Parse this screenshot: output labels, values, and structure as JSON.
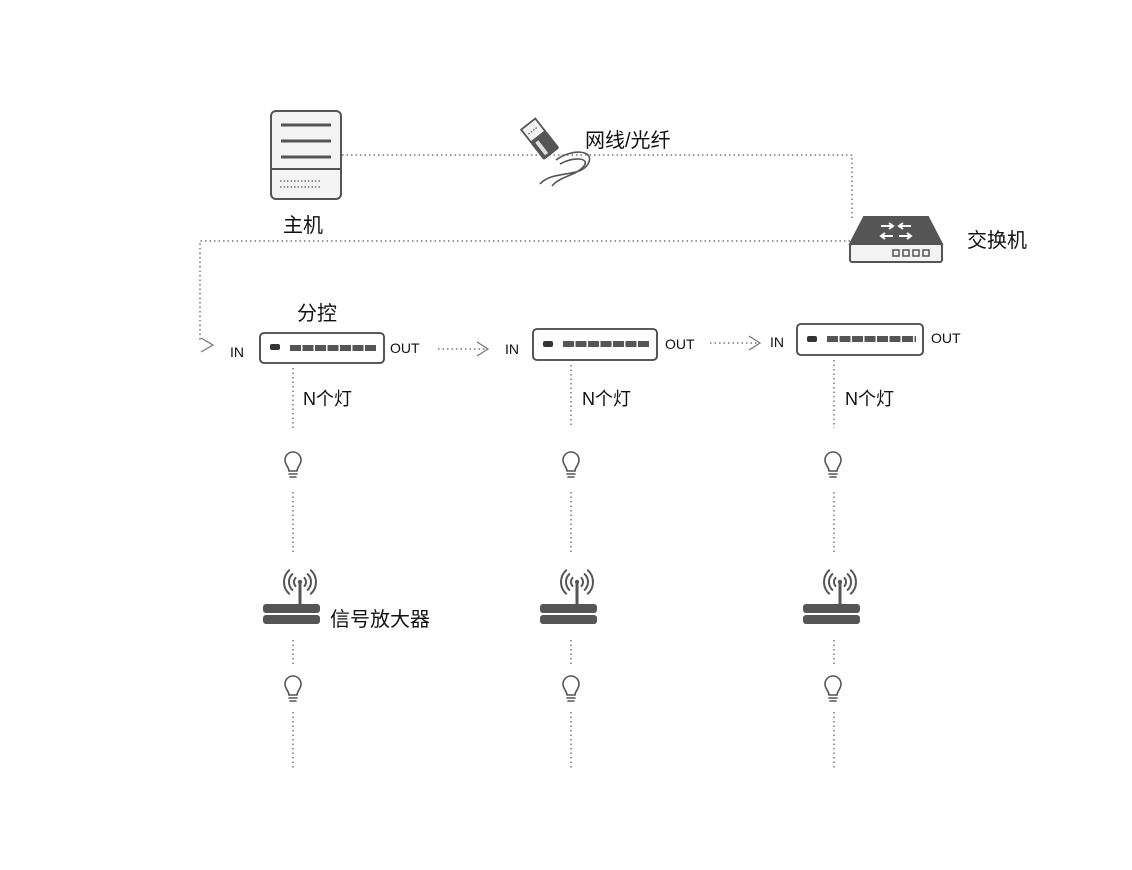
{
  "host": {
    "label": "主机"
  },
  "cable": {
    "label": "网线/光纤"
  },
  "switch": {
    "label": "交换机"
  },
  "subcontrol": {
    "label": "分控"
  },
  "controllers": [
    {
      "in_label": "IN",
      "out_label": "OUT",
      "lights_label": "N个灯"
    },
    {
      "in_label": "IN",
      "out_label": "OUT",
      "lights_label": "N个灯"
    },
    {
      "in_label": "IN",
      "out_label": "OUT",
      "lights_label": "N个灯"
    }
  ],
  "amplifier": {
    "label": "信号放大器"
  },
  "colors": {
    "line": "#777777",
    "icon": "#555555"
  }
}
